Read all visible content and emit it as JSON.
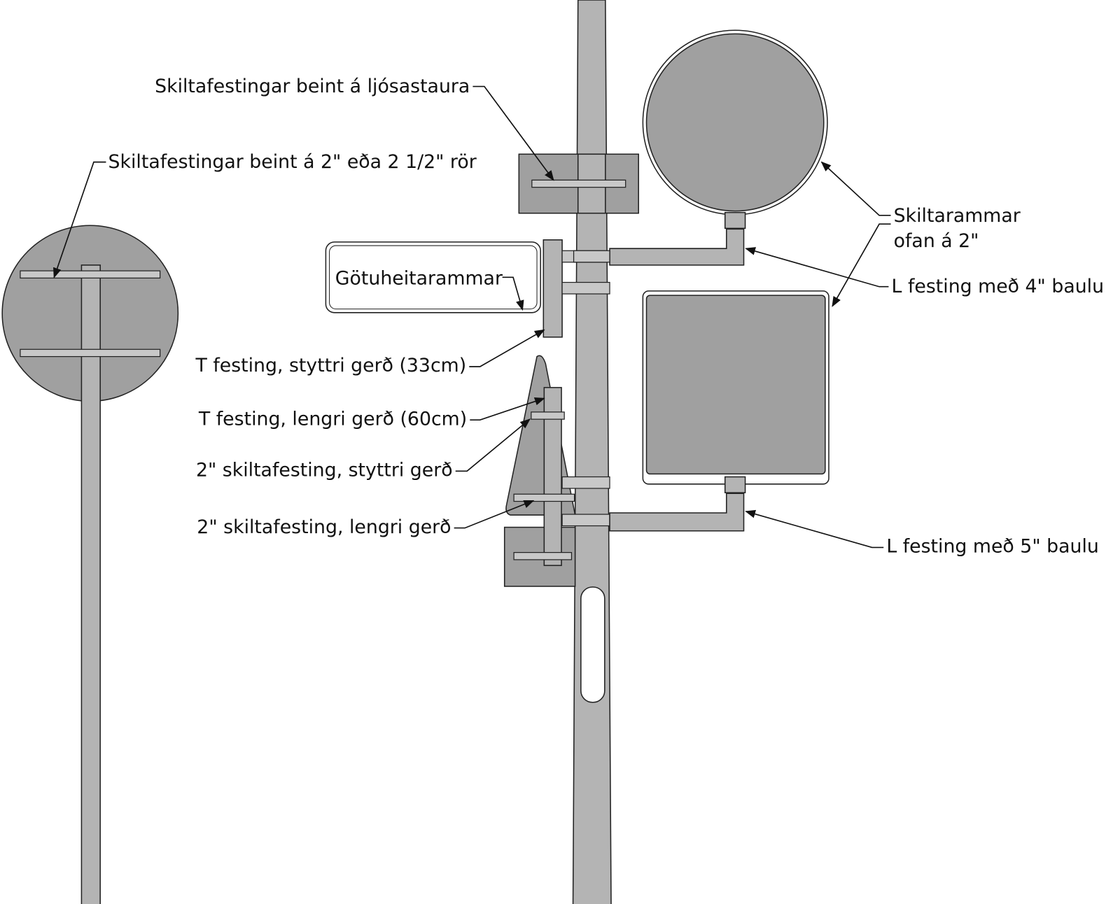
{
  "labels": {
    "lamp_post_mount": "Skiltafestingar beint á ljósastaura",
    "pipe_mount": "Skiltafestingar beint á 2\" eða 2 1/2\" rör",
    "street_name_frame": "Götuheitarammar",
    "t_short": "T festing, styttri gerð (33cm)",
    "t_long": "T festing, lengri gerð (60cm)",
    "mount_2_short": "2\" skiltafesting, styttri gerð",
    "mount_2_long": "2\" skiltafesting, lengri gerð",
    "sign_frames_line1": "Skiltarammar",
    "sign_frames_line2": "ofan á 2\"",
    "l_4": "L festing með 4\" baulu",
    "l_5": "L festing með 5\" baulu"
  },
  "colors": {
    "sign_gray": "#a0a0a0",
    "line": "#222222"
  }
}
